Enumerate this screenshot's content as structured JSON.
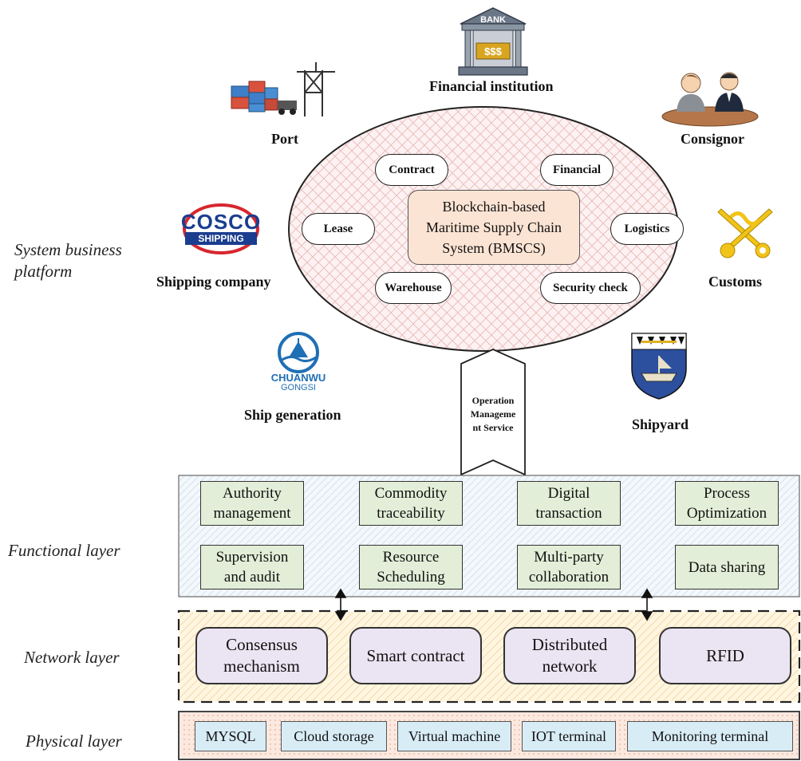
{
  "side_labels": {
    "system": [
      "System business",
      "platform"
    ],
    "functional": "Functional layer",
    "network": "Network layer",
    "physical": "Physical layer"
  },
  "actors": {
    "bank_sign": "BANK",
    "bank_money": "$$$",
    "financial_institution": "Financial institution",
    "port": "Port",
    "consignor": "Consignor",
    "shipping_company": "Shipping company",
    "customs": "Customs",
    "ship_generation": "Ship generation",
    "shipyard": "Shipyard"
  },
  "logos": {
    "cosco_top": "COSCO",
    "cosco_bottom": "SHIPPING",
    "chuanwu_top": "CHUANWU",
    "chuanwu_bottom": "GONGSI"
  },
  "ellipse_items": {
    "contract": "Contract",
    "financial": "Financial",
    "lease": "Lease",
    "logistics": "Logistics",
    "warehouse": "Warehouse",
    "security_check": "Security check"
  },
  "core_system": [
    "Blockchain-based",
    "Maritime Supply Chain",
    "System (BMSCS)"
  ],
  "arrow_label": [
    "Operation",
    "Manageme",
    "nt Service"
  ],
  "functional_items": [
    [
      "Authority",
      "management"
    ],
    [
      "Commodity",
      "traceability"
    ],
    [
      "Digital",
      "transaction"
    ],
    [
      "Process",
      "Optimization"
    ],
    [
      "Supervision",
      "and audit"
    ],
    [
      "Resource",
      "Scheduling"
    ],
    [
      "Multi-party",
      "collaboration"
    ],
    [
      "Data sharing"
    ]
  ],
  "network_items": [
    [
      "Consensus",
      "mechanism"
    ],
    [
      "Smart contract"
    ],
    [
      "Distributed",
      "network"
    ],
    [
      "RFID"
    ]
  ],
  "physical_items": [
    "MYSQL",
    "Cloud storage",
    "Virtual machine",
    "IOT terminal",
    "Monitoring terminal"
  ],
  "colors": {
    "ellipse_fill": "#fdf1f1",
    "hatch_pink": "#e6b7b7",
    "functional_fill": "#f3f8fc",
    "functional_box": "#e2eed8",
    "network_fill": "#fff6e1",
    "network_box": "#ebe4f2",
    "physical_fill": "#fbe9e0",
    "physical_box": "#d8ecf6",
    "core_fill": "#fce4d4"
  }
}
